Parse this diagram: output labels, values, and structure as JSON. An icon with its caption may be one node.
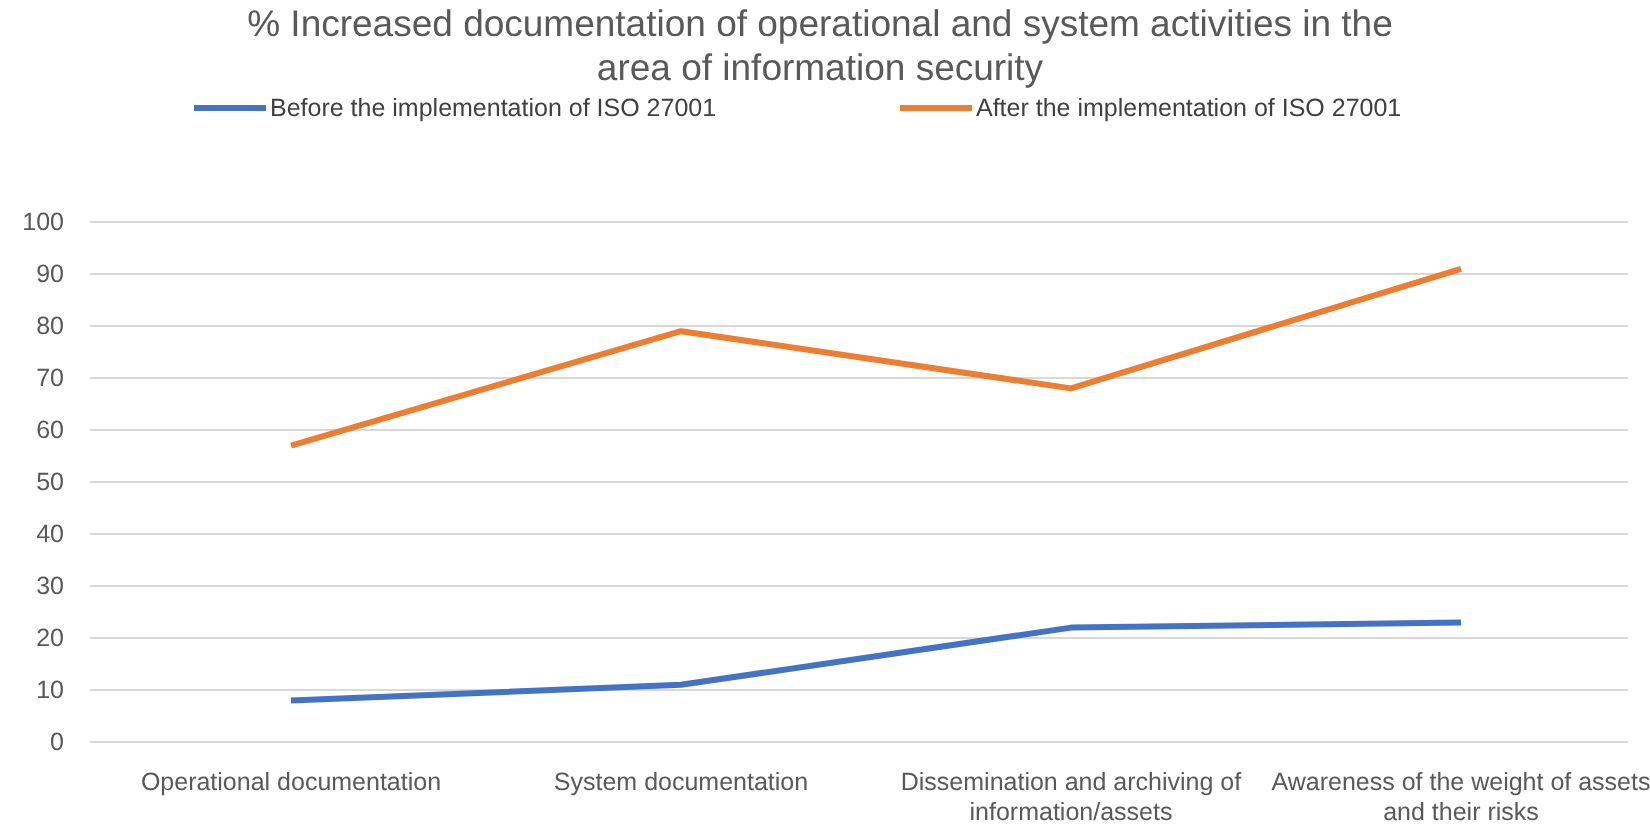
{
  "diagram": {
    "chart_data": {
      "type": "line",
      "title": "% Increased documentation of operational and system activities in the area of information security",
      "categories": [
        "Operational documentation",
        "System documentation",
        "Dissemination and archiving of information/assets",
        "Awareness of the weight of assets and their risks"
      ],
      "series": [
        {
          "name": "Before the implementation of ISO 27001",
          "color": "#4472c4",
          "values": [
            8,
            11,
            22,
            23
          ]
        },
        {
          "name": "After the implementation of ISO 27001",
          "color": "#ed7d31",
          "values": [
            57,
            79,
            68,
            91
          ]
        }
      ],
      "ylim": [
        0,
        100
      ],
      "grid": true,
      "legend": "top",
      "yticks": [
        0,
        10,
        20,
        30,
        40,
        50,
        60,
        70,
        80,
        90,
        100
      ]
    }
  }
}
